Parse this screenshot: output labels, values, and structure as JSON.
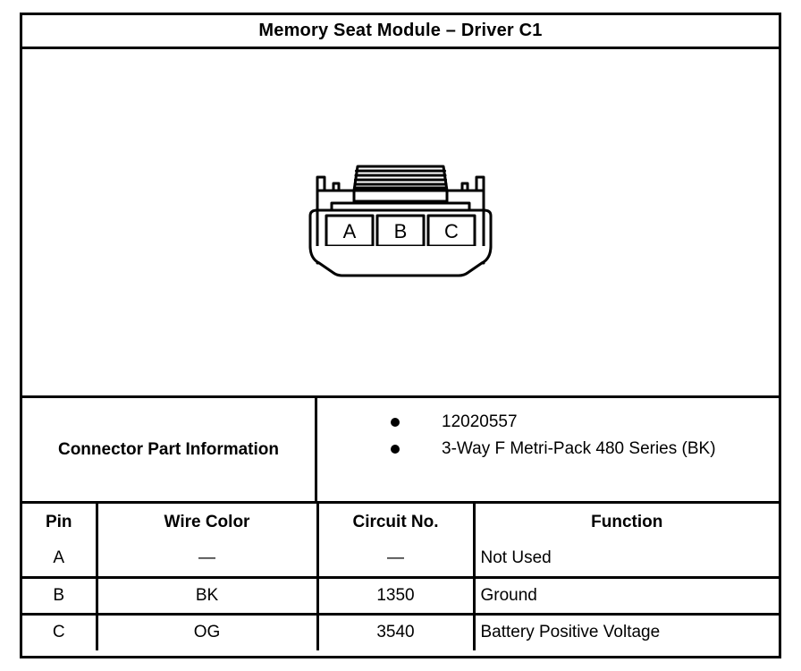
{
  "title": "Memory Seat Module – Driver C1",
  "connector": {
    "cavities": [
      "A",
      "B",
      "C"
    ]
  },
  "part_information": {
    "label": "Connector Part Information",
    "values": [
      "12020557",
      "3-Way F Metri-Pack 480 Series (BK)"
    ]
  },
  "pin_table": {
    "headers": [
      "Pin",
      "Wire Color",
      "Circuit No.",
      "Function"
    ],
    "rows": [
      {
        "pin": "A",
        "wire_color": "—",
        "circuit_no": "—",
        "function": "Not Used"
      },
      {
        "pin": "B",
        "wire_color": "BK",
        "circuit_no": "1350",
        "function": "Ground"
      },
      {
        "pin": "C",
        "wire_color": "OG",
        "circuit_no": "3540",
        "function": "Battery Positive Voltage"
      }
    ]
  }
}
